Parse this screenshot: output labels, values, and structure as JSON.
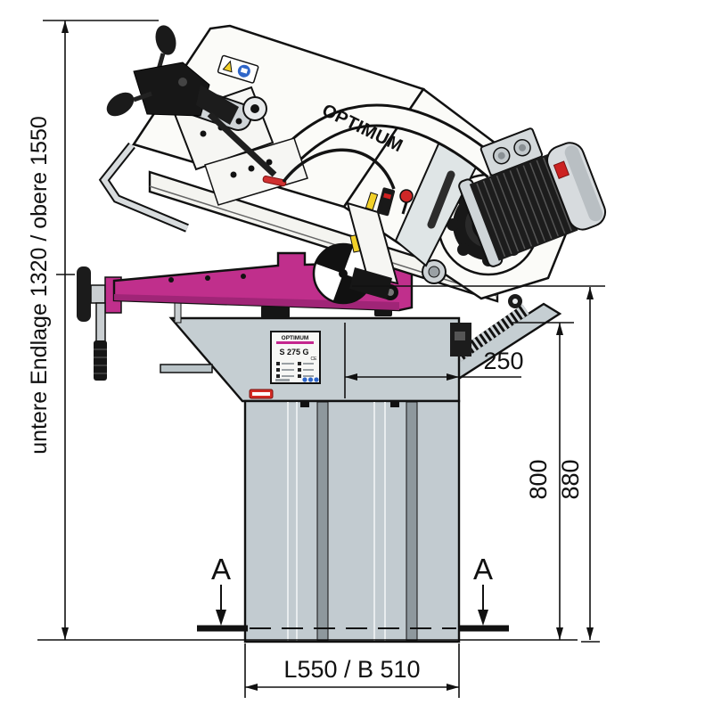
{
  "title": "OPTIMUM S 275 G band saw dimensional drawing",
  "machine": {
    "brand_label": "OPTIMUM"
  },
  "panel": {
    "brand": "OPTIMUM",
    "model": "S 275 G",
    "ce_mark": "CE"
  },
  "dimensions": {
    "left_height_label": "untere Endlage 1320 / obere 1550",
    "throat_depth": "250",
    "table_height": "800",
    "bed_height": "880",
    "footprint": "L550 / B 510"
  },
  "section_markers": {
    "left": "A",
    "right": "A"
  },
  "colors": {
    "accent_magenta": "#c02f8c",
    "body_gray": "#c5ced2",
    "stripe_gray": "#8e989d",
    "machine_white": "#fbfbf8",
    "outline": "#111111",
    "warning_yellow": "#f2d028",
    "info_blue": "#2f66c9",
    "label_red": "#d42a23"
  }
}
